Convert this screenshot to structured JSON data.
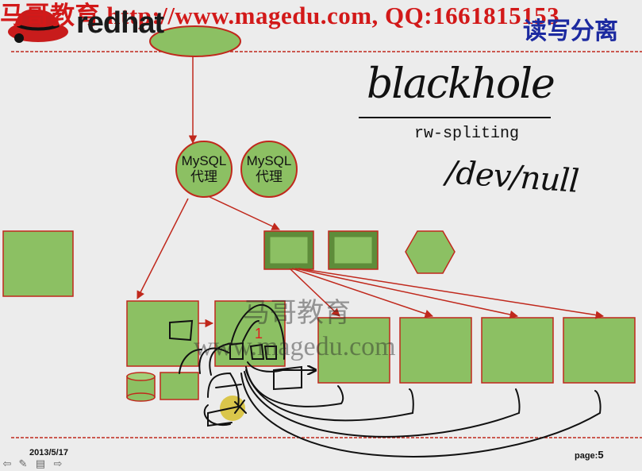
{
  "header": {
    "banner": "马哥教育 http://www.magedu.com, QQ:1661815153",
    "logo": "redhat",
    "title": "读写分离"
  },
  "handwriting": {
    "blackhole": "blackhole",
    "rw": "rw-spliting",
    "devnull": "/dev/null",
    "marker": "1"
  },
  "diagram": {
    "proxy1": [
      "MySQL",
      "代理"
    ],
    "proxy2": [
      "MySQL",
      "代理"
    ]
  },
  "watermark": {
    "line1": "马哥教育",
    "line2": "www.magedu.com"
  },
  "footer": {
    "date": "2013/5/17",
    "page_label": "page:",
    "page_number": "5"
  },
  "colors": {
    "shape_fill": "#8cc063",
    "shape_stroke": "#c0281c",
    "banner": "#d21919",
    "title": "#1c2aa0",
    "rule": "#c0281c"
  },
  "nav_icons": [
    "prev-arrow-icon",
    "pen-icon",
    "slide-menu-icon",
    "next-arrow-icon"
  ]
}
